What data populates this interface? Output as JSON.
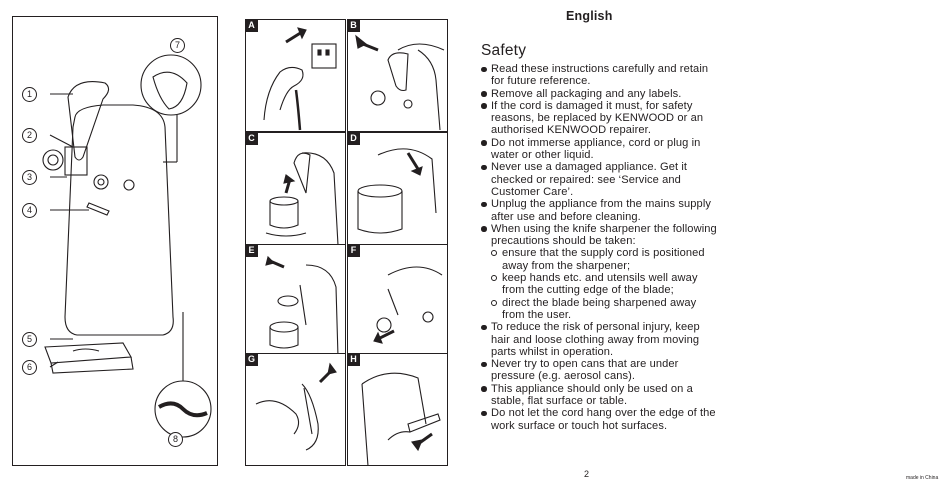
{
  "language": "English",
  "section_title": "Safety",
  "callouts": [
    "1",
    "2",
    "3",
    "4",
    "5",
    "6",
    "7",
    "8"
  ],
  "panels": [
    "A",
    "B",
    "C",
    "D",
    "E",
    "F",
    "G",
    "H"
  ],
  "safety_items": [
    {
      "text": "Read these instructions carefully and retain for future reference."
    },
    {
      "text": "Remove all packaging and any labels."
    },
    {
      "text": "If the cord is damaged it must, for safety reasons, be replaced by KENWOOD or an authorised KENWOOD repairer."
    },
    {
      "text": "Do not immerse appliance, cord or plug in water or other liquid."
    },
    {
      "text": "Never use a damaged appliance. Get it checked or repaired: see ‘Service and Customer Care’."
    },
    {
      "text": "Unplug the appliance from the mains supply after use and before cleaning."
    },
    {
      "text": "When using the knife sharpener the following precautions should be taken:"
    },
    {
      "text": "To reduce the risk of personal injury, keep hair and loose clothing away from moving parts whilst in operation."
    },
    {
      "text": "Never try to open cans that are under pressure (e.g. aerosol cans)."
    },
    {
      "text": "This appliance should only be used on a stable, flat surface or table."
    },
    {
      "text": "Do not let the cord hang over the edge of the work surface or touch hot surfaces."
    }
  ],
  "sharpener_precautions": [
    "ensure that the supply cord is positioned away from the sharpener;",
    "keep hands etc. and utensils well away from the cutting edge of the blade;",
    "direct the blade being sharpened away from the user."
  ],
  "page_number": "2",
  "footer_note": "made in China"
}
